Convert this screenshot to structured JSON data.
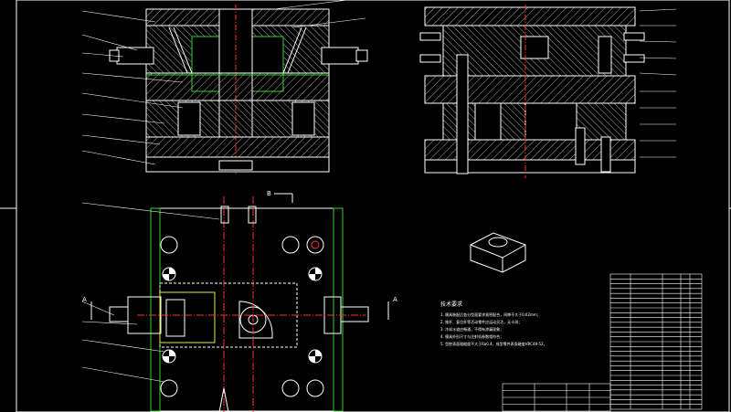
{
  "drawing": {
    "background": "#000000",
    "colors": {
      "outline": "#ffffff",
      "hatch": "#b8b8b8",
      "center": "#ff3030",
      "green": "#2fd22f",
      "magenta": "#ff40ff",
      "cyan": "#4fd8ff",
      "yellow": "#e8e84a"
    },
    "section_labels": {
      "top_view_marker": "B",
      "left_marker": "A",
      "right_marker": "A"
    },
    "notes": {
      "heading": "技术要求",
      "lines": [
        "1.  模具装配后各分型面要求紧密配合，间隙不大于0.02mm；",
        "2.  推杆、复位杆等活动零件应运动灵活，无卡滞；",
        "3.  冷却水道应畅通，不得有渗漏现象；",
        "4.  模具外形尺寸与注射机参数相符合；",
        "5.  型腔表面粗糙度不大于Ra0.4，成型零件表面硬度HRC48-52。"
      ]
    },
    "bom_rows": 28,
    "title_block_rows": 4
  }
}
